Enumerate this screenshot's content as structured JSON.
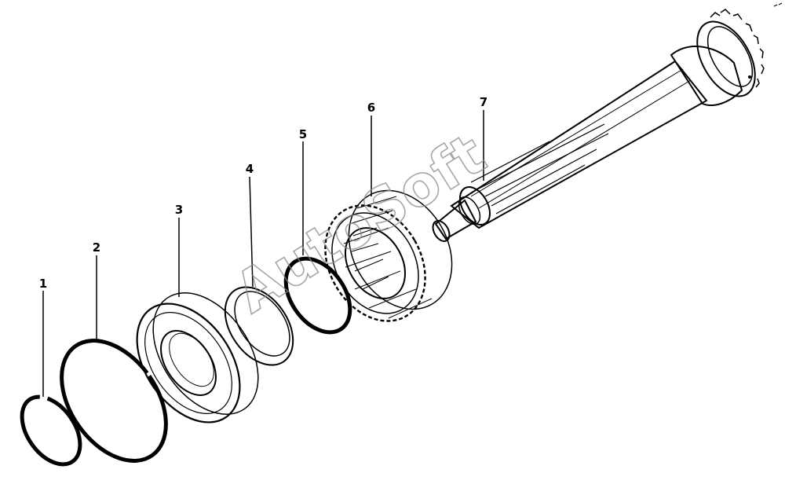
{
  "diagram": {
    "parts": [
      {
        "number": "1"
      },
      {
        "number": "2"
      },
      {
        "number": "3"
      },
      {
        "number": "4"
      },
      {
        "number": "5"
      },
      {
        "number": "6"
      },
      {
        "number": "7"
      }
    ],
    "watermark": "AutoSoft",
    "colors": {
      "ink": "#000000",
      "watermark": "#8a8a8a",
      "background": "#ffffff"
    }
  }
}
